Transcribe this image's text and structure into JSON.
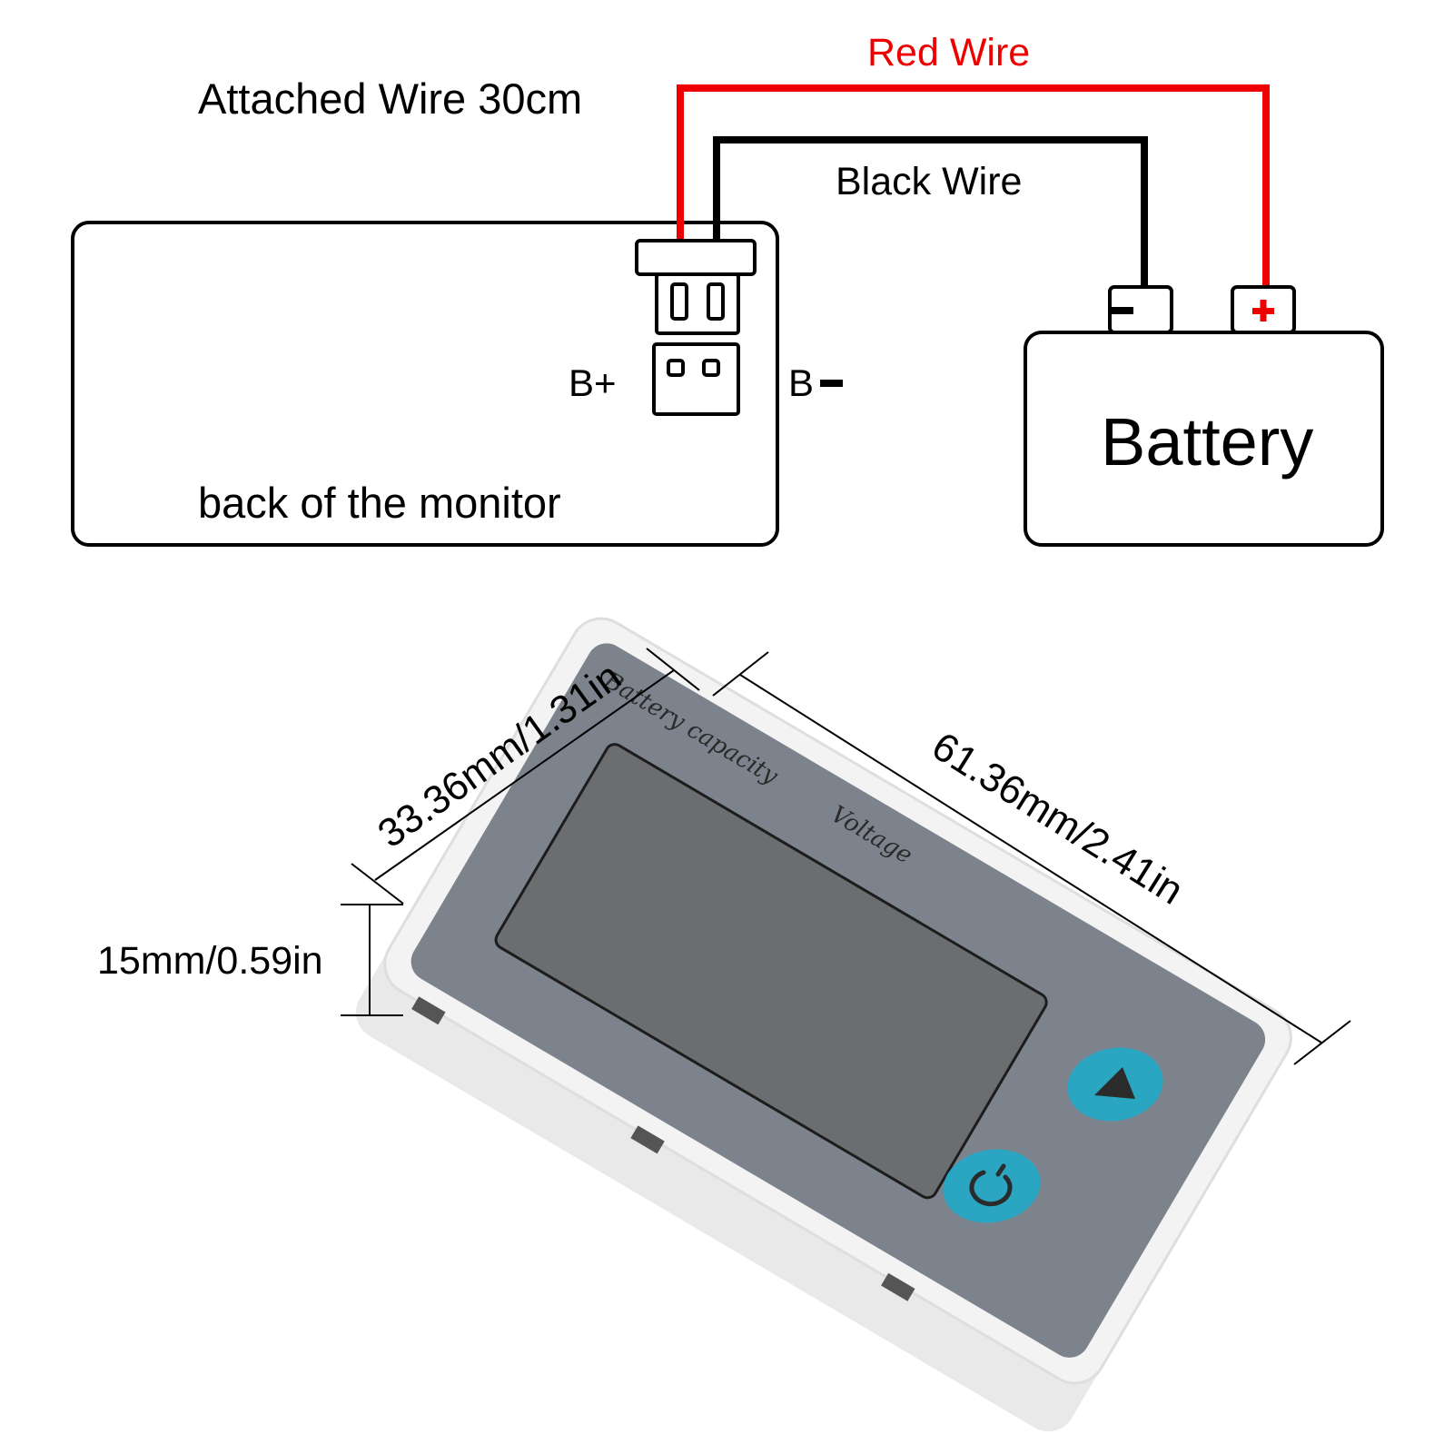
{
  "wiring": {
    "red_wire_label": "Red Wire",
    "black_wire_label": "Black Wire",
    "attached_wire_label": "Attached Wire 30cm",
    "monitor_label": "back of the monitor",
    "terminal_positive_label": "B+",
    "terminal_negative_label": "B",
    "battery_label": "Battery",
    "battery_minus_symbol": "−",
    "battery_plus_symbol": "+",
    "colors": {
      "red_wire": "#ee0000",
      "black_wire": "#000000"
    }
  },
  "device": {
    "panel_text_1": "Battery capacity",
    "panel_text_2": "Voltage",
    "buttons": [
      {
        "name": "next",
        "icon": "play-triangle-icon"
      },
      {
        "name": "power",
        "icon": "power-icon"
      }
    ],
    "colors": {
      "panel": "#7d838c",
      "lcd": "#6c6d70",
      "button": "#2aa6c3",
      "case": "#ececec"
    }
  },
  "dimensions": {
    "width_label": "33.36mm/1.31in",
    "length_label": "61.36mm/2.41in",
    "height_label": "15mm/0.59in"
  }
}
